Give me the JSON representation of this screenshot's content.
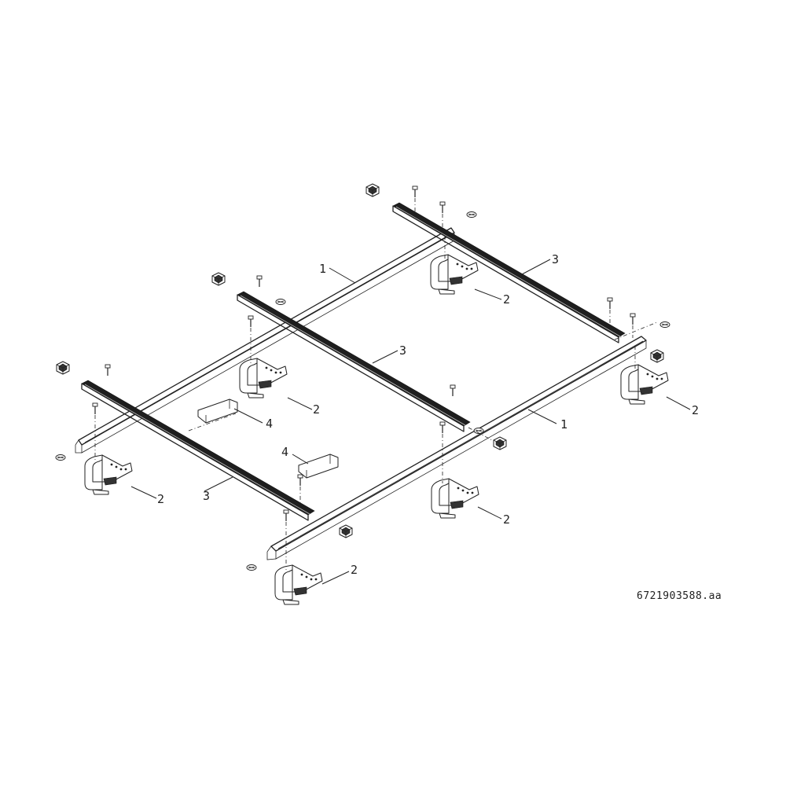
{
  "callouts": {
    "rail": "1",
    "hook": "2",
    "profile": "3",
    "connector": "4"
  },
  "drawing_code": "6721903588.aa"
}
